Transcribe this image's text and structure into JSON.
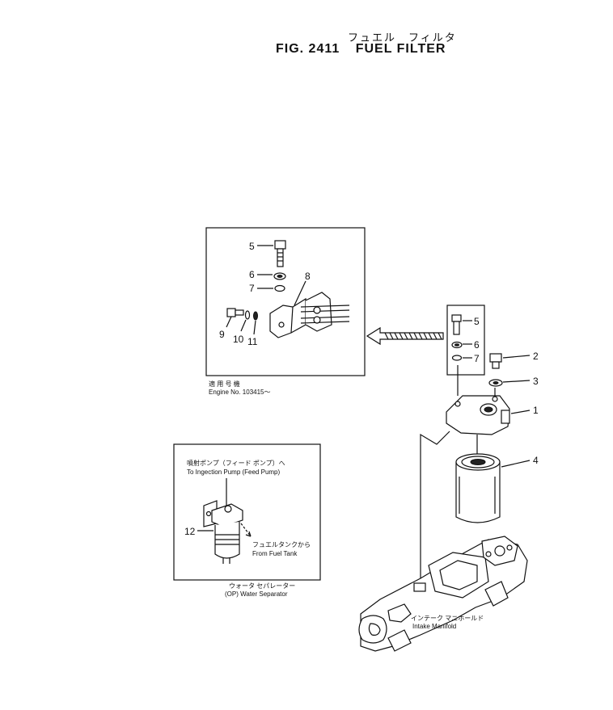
{
  "title": {
    "japanese": "フュエル　フィルタ",
    "figure": "FIG. 2411",
    "english": "FUEL  FILTER"
  },
  "callouts": {
    "inset_upper": [
      "5",
      "6",
      "7",
      "8",
      "9",
      "10",
      "11"
    ],
    "main": [
      "5",
      "6",
      "7",
      "2",
      "3",
      "1",
      "4"
    ],
    "separator": [
      "12"
    ]
  },
  "labels": {
    "engine_jp": "適 用 号 機",
    "engine_en": "Engine No. 103415～",
    "pump_jp": "噴射ポンプ（フィード ポンプ）へ",
    "pump_en": "To Ingection Pump (Feed Pump)",
    "tank_jp": "フュエルタンクから",
    "tank_en": "From Fuel Tank",
    "separator_jp": "ウォータ セパレーター",
    "separator_en": "(OP) Water Separator",
    "manifold_jp": "インテーク マニホールド",
    "manifold_en": "Intake Manifold"
  }
}
